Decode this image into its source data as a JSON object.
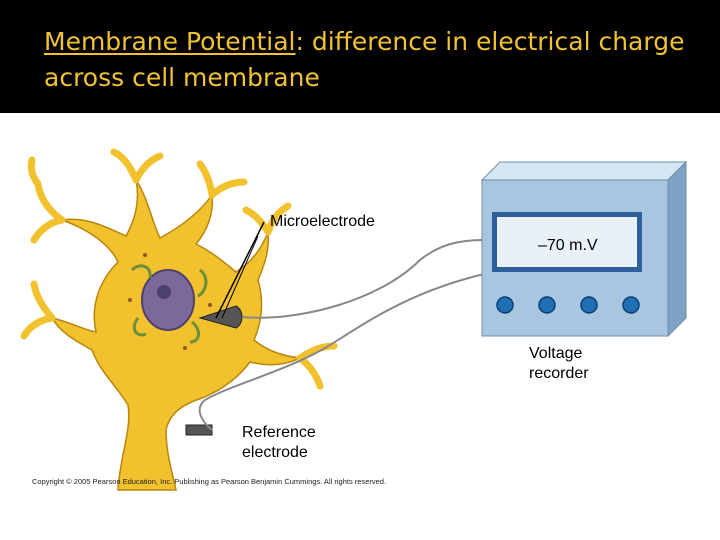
{
  "slide": {
    "title_term": "Membrane Potential",
    "title_rest": ": difference in electrical charge across cell membrane"
  },
  "diagram": {
    "microelectrode_label": "Microelectrode",
    "reading": "–70 m.V",
    "recorder_label_line1": "Voltage",
    "recorder_label_line2": "recorder",
    "reference_label_line1": "Reference",
    "reference_label_line2": "electrode",
    "copyright": "Copyright © 2005 Pearson Education, Inc. Publishing as Pearson Benjamin Cummings. All rights reserved."
  },
  "colors": {
    "title": "#f1c232",
    "neuron": "#f2c12e",
    "recorder_body": "#a9c6e0",
    "display": "#e8f0f8",
    "knob": "#1f6fb5"
  }
}
